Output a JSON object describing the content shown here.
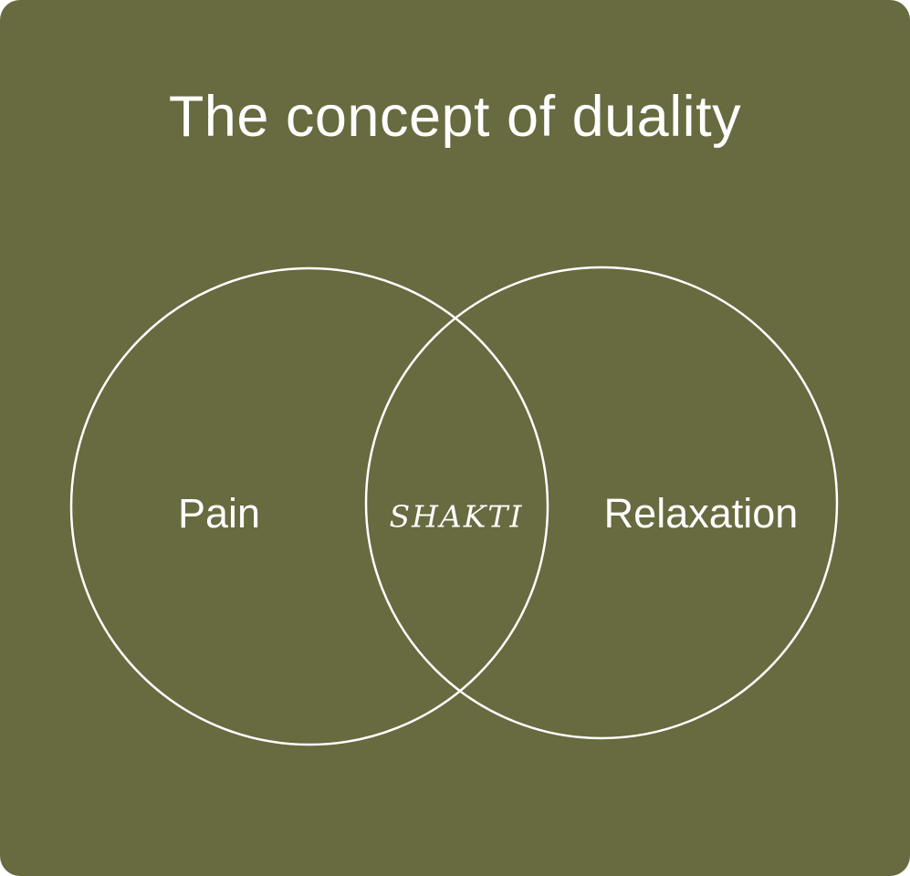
{
  "title": "The concept of duality",
  "venn": {
    "left_label": "Pain",
    "center_label": "SHAKTI",
    "right_label": "Relaxation"
  },
  "colors": {
    "background": "#686A3F",
    "foreground": "#FFFFFF",
    "circle_stroke": "#FFFFFF"
  }
}
